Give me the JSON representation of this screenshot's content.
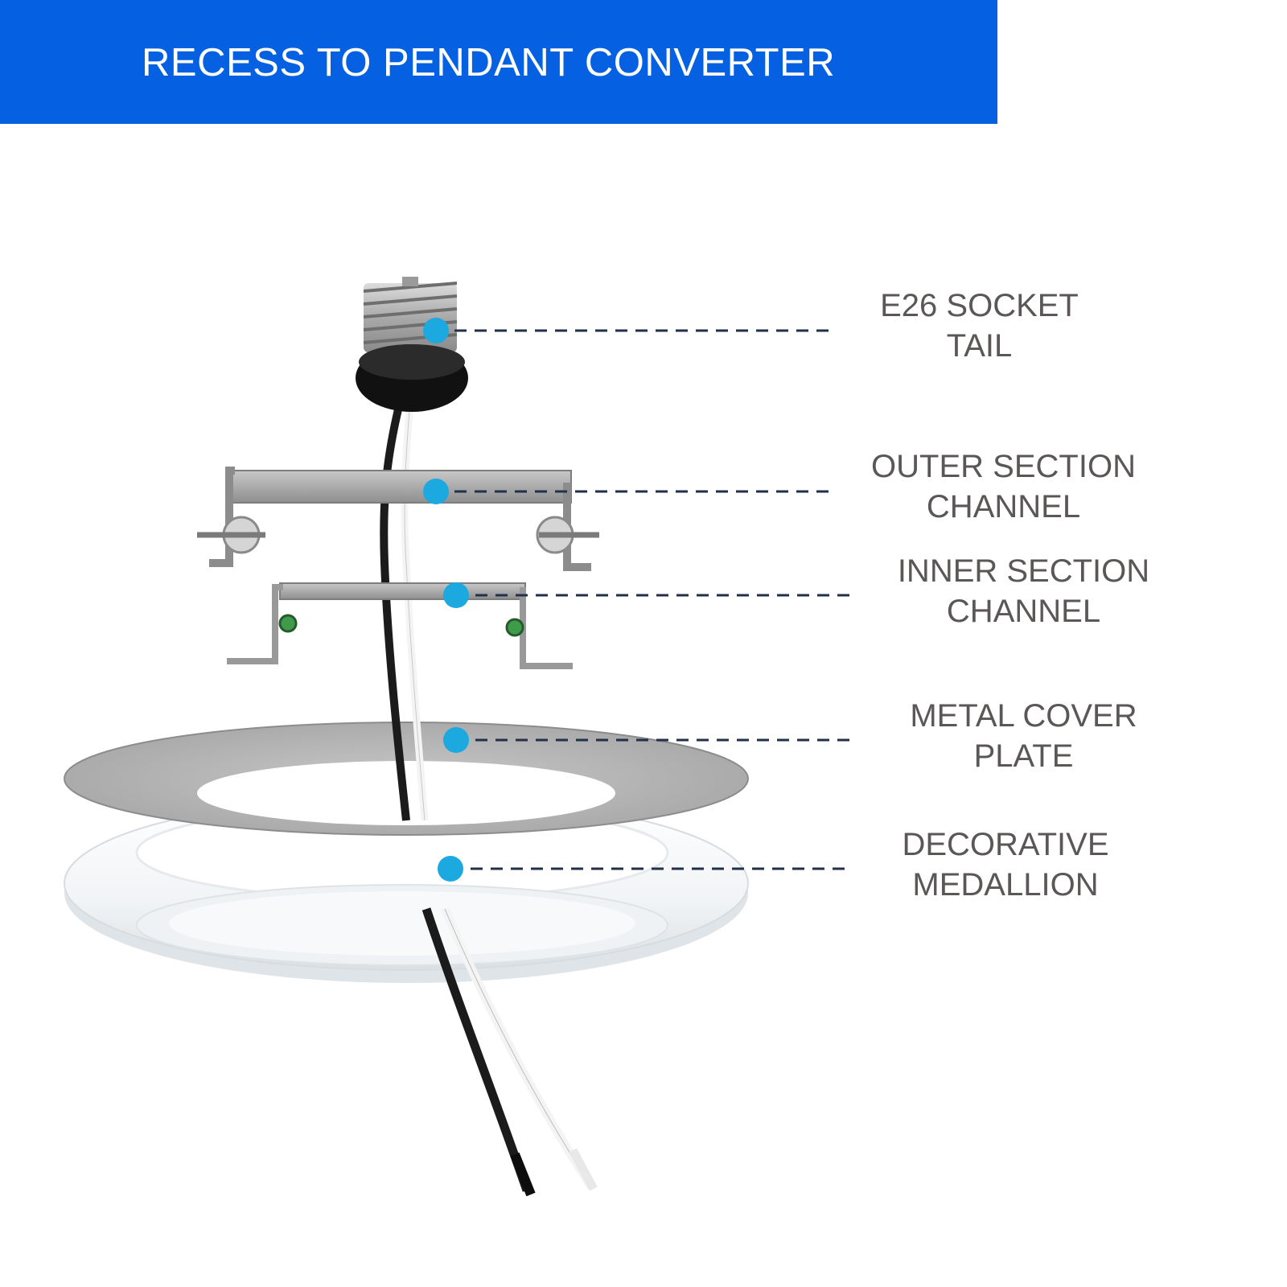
{
  "header": {
    "title": "RECESS TO PENDANT CONVERTER",
    "background_color": "#0561e1"
  },
  "callouts": [
    {
      "id": "socket",
      "lines": [
        "E26 SOCKET",
        "TAIL"
      ]
    },
    {
      "id": "outer-channel",
      "lines": [
        "OUTER SECTION",
        "CHANNEL"
      ]
    },
    {
      "id": "inner-channel",
      "lines": [
        "INNER SECTION",
        "CHANNEL"
      ]
    },
    {
      "id": "cover-plate",
      "lines": [
        "METAL COVER",
        "PLATE"
      ]
    },
    {
      "id": "medallion",
      "lines": [
        "DECORATIVE",
        "MEDALLION"
      ]
    }
  ],
  "colors": {
    "callout_dot": "#1ba9e0",
    "leader_line": "#23304a",
    "label_text": "#5b5757"
  }
}
